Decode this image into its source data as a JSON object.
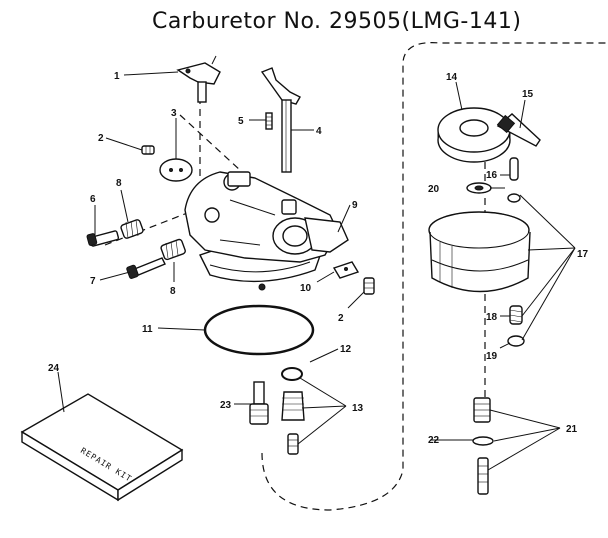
{
  "title": "Carburetor No. 29505(LMG-141)",
  "repair_kit_label": "REPAIR KIT",
  "callouts": [
    "1",
    "2",
    "3",
    "4",
    "5",
    "6",
    "7",
    "8",
    "8",
    "9",
    "10",
    "2",
    "11",
    "12",
    "13",
    "14",
    "15",
    "16",
    "17",
    "18",
    "19",
    "20",
    "21",
    "22",
    "23",
    "24"
  ],
  "colors": {
    "ink": "#111111",
    "paper": "#ffffff"
  }
}
